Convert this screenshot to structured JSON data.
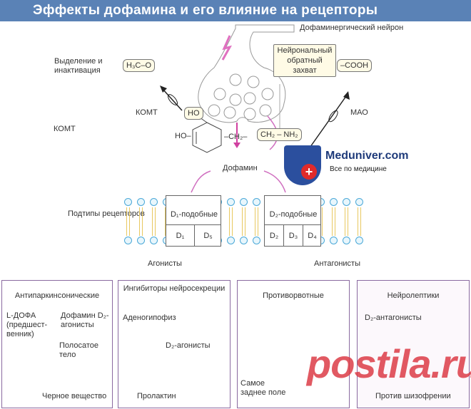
{
  "title": "Эффекты дофамина и его влияние на рецепторы",
  "neuron_label": "Дофаминергический нейрон",
  "release_label": "Выделение и инактивация",
  "h3co": "H₃C–O",
  "cooh": "–COOH",
  "reuptake": "Нейрональный обратный захват",
  "komt_arrow": "КОМТ",
  "komt_left": "КОМТ",
  "mao": "МАО",
  "ho_top": "HO",
  "ho_left": "HO–",
  "ch2": "–CH₂–",
  "ch2nh2": "CH₂ – NH₂",
  "logo": {
    "name": "Meduniver.com",
    "tagline": "Все по медицине"
  },
  "dopamine": "Дофамин",
  "subtypes": "Подтипы рецепторов",
  "d1": {
    "label": "D₁-подобные",
    "cells": [
      "D₁",
      "D₅"
    ]
  },
  "d2": {
    "label": "D₂-подобные",
    "cells": [
      "D₂",
      "D₃",
      "D₄"
    ]
  },
  "agonists": "Агонисты",
  "antagonists": "Антагонисты",
  "panels": [
    {
      "title": "Антипаркинсонические",
      "a": "L-ДОФА (предшест-венник)",
      "b": "Дофамин D₂-агонисты",
      "c": "Полосатое тело",
      "d": "Черное вещество"
    },
    {
      "title": "Ингибиторы нейросекреции",
      "a": "Аденогипофиз",
      "b": "D₂-агонисты",
      "c": "Пролактин"
    },
    {
      "title": "Противорвотные",
      "a": "Самое заднее поле"
    },
    {
      "title": "Нейролептики",
      "a": "D₂-антагонисты",
      "b": "Против шизофрении"
    }
  ],
  "watermark": "postila.ru"
}
